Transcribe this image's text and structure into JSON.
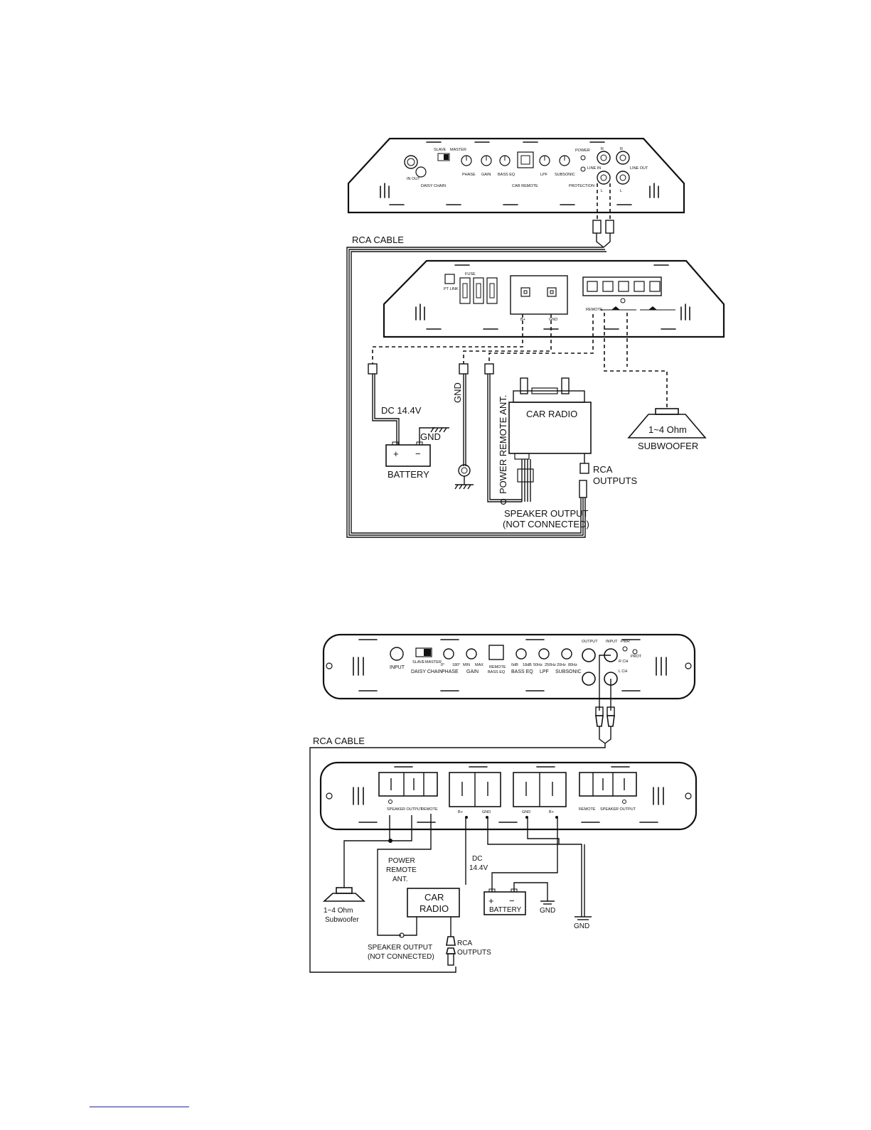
{
  "diagram1": {
    "amp_top_labels": {
      "slave": "SLAVE",
      "master": "MASTER",
      "phase": "PHASE",
      "gain": "GAIN",
      "bass_eq": "BASS EQ",
      "lpf": "LPF",
      "subsonic": "SUBSONIC",
      "power": "POWER",
      "protection": "PROTECTION",
      "in_out": "IN OUT",
      "daisy_chain": "DAISY CHAIN",
      "car_remote": "CAR REMOTE",
      "r": "R",
      "l": "L",
      "line_in": "LINE IN",
      "line_out": "LINE OUT"
    },
    "amp_bottom_labels": {
      "fuse": "FUSE",
      "pt_link": "PT LINK",
      "b_plus": "B+",
      "gnd": "GND",
      "remote": "REMOTE"
    },
    "rca_cable": "RCA CABLE",
    "dc": "DC 14.4V",
    "gnd": "GND",
    "gnd_vertical": "GND",
    "battery": "BATTERY",
    "plus": "+",
    "minus": "−",
    "car_radio": "CAR RADIO",
    "power_remote_ant": "POWER REMOTE ANT.",
    "rca_outputs_1": "RCA",
    "rca_outputs_2": "OUTPUTS",
    "speaker_output_1": "SPEAKER OUTPUT",
    "speaker_output_2": "(NOT CONNECTED)",
    "sub_ohm": "1~4 Ohm",
    "sub_name": "SUBWOOFER"
  },
  "diagram2": {
    "amp_top_labels": {
      "input": "INPUT",
      "slave": "SLAVE",
      "master": "MASTER",
      "daisy_chain": "DAISY CHAIN",
      "phase_0": "0°",
      "phase_180": "180°",
      "phase": "PHASE",
      "min": "MIN",
      "max": "MAX",
      "gain": "GAIN",
      "remote": "REMOTE",
      "bass_eq_remote": "BASS EQ",
      "db0": "0dB",
      "db18": "18dB",
      "bass_eq": "BASS EQ",
      "hz50": "50Hz",
      "hz250": "250Hz",
      "lpf": "LPF",
      "hz20": "20Hz",
      "hz80": "80Hz",
      "subsonic": "SUBSONIC",
      "output": "OUTPUT",
      "input_r": "INPUT",
      "pwr": "PWR",
      "prot": "PROT",
      "r_ch": "R CH",
      "l_ch": "L CH"
    },
    "amp_bottom_labels": {
      "speaker_output": "SPEAKER OUTPUT",
      "remote": "REMOTE",
      "b_plus": "B+",
      "gnd": "GND"
    },
    "rca_cable": "RCA CABLE",
    "power_remote_ant_1": "POWER",
    "power_remote_ant_2": "REMOTE",
    "power_remote_ant_3": "ANT.",
    "dc_1": "DC",
    "dc_2": "14.4V",
    "car_radio_1": "CAR",
    "car_radio_2": "RADIO",
    "battery": "BATTERY",
    "plus": "+",
    "minus": "−",
    "gnd": "GND",
    "gnd2": "GND",
    "sub_ohm": "1~4 Ohm",
    "sub_name": "Subwoofer",
    "speaker_output_1": "SPEAKER OUTPUT",
    "speaker_output_2": "(NOT CONNECTED)",
    "rca_outputs_1": "RCA",
    "rca_outputs_2": "OUTPUTS"
  }
}
